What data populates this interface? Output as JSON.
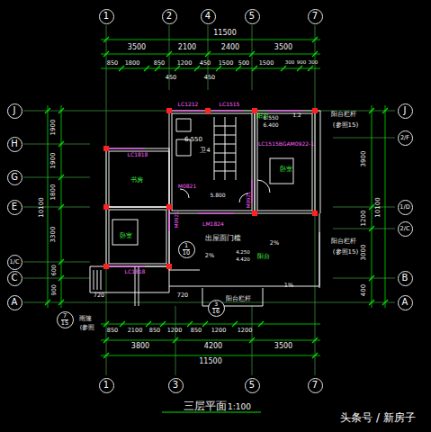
{
  "diagram": {
    "title": "三层平面",
    "nodes": [
      {
        "text": [
          "1"
        ]
      },
      {
        "text": [
          "2"
        ]
      },
      {
        "text": [
          "4"
        ]
      },
      {
        "text": [
          "5"
        ]
      },
      {
        "text": [
          "7"
        ]
      },
      {
        "text": [
          "J"
        ]
      },
      {
        "text": [
          "H"
        ]
      },
      {
        "text": [
          "G"
        ]
      },
      {
        "text": [
          "E"
        ]
      },
      {
        "text": [
          "1/C"
        ]
      },
      {
        "text": [
          "C"
        ]
      },
      {
        "text": [
          "A"
        ]
      },
      {
        "text": [
          "J"
        ]
      },
      {
        "text": [
          "2/F"
        ]
      },
      {
        "text": [
          "1/D"
        ]
      },
      {
        "text": [
          "2/C"
        ]
      },
      {
        "text": [
          "B"
        ]
      },
      {
        "text": [
          "A"
        ]
      },
      {
        "text": [
          "1",
          "10"
        ]
      },
      {
        "text": [
          "7",
          "15"
        ]
      },
      {
        "text": [
          "3",
          "16"
        ]
      },
      {
        "text": [
          "1"
        ]
      },
      {
        "text": [
          "3"
        ]
      },
      {
        "text": [
          "5"
        ]
      },
      {
        "text": [
          "7"
        ]
      }
    ],
    "labels": [
      "11500",
      "3500",
      "2100",
      "2400",
      "3500",
      "850",
      "1800",
      "850",
      "1200",
      "450",
      "1500",
      "500",
      "1500",
      "300",
      "900",
      "300",
      "450",
      "450",
      "1900",
      "1900",
      "1800",
      "3300",
      "600",
      "900",
      "10100",
      "3900",
      "1200",
      "3000",
      "400",
      "10100",
      "850",
      "2100",
      "850",
      "1200",
      "850",
      "1200",
      "1200",
      "3800",
      "4200",
      "3500",
      "11500",
      "720",
      "720",
      "LC1212",
      "LC1515",
      "LC1818",
      "LC1515BGAM0922-1",
      "M0821",
      "M0921",
      "M0921",
      "LM1824",
      "LC1818",
      "6.550",
      "卫4",
      "书房",
      "卧室",
      "卧室",
      "5.800",
      "6.550",
      "6.400",
      "1.2",
      "阳台",
      "阳台栏杆",
      "(参照15)",
      "阳台栏杆",
      "(参照15)",
      "出屋面门槛",
      "2%",
      "2%",
      "4.250",
      "4.420",
      "阳台",
      "1%",
      "阳台栏杆",
      "雨篷",
      "(参照",
      "1:100",
      "头条号 / 新房子"
    ]
  }
}
